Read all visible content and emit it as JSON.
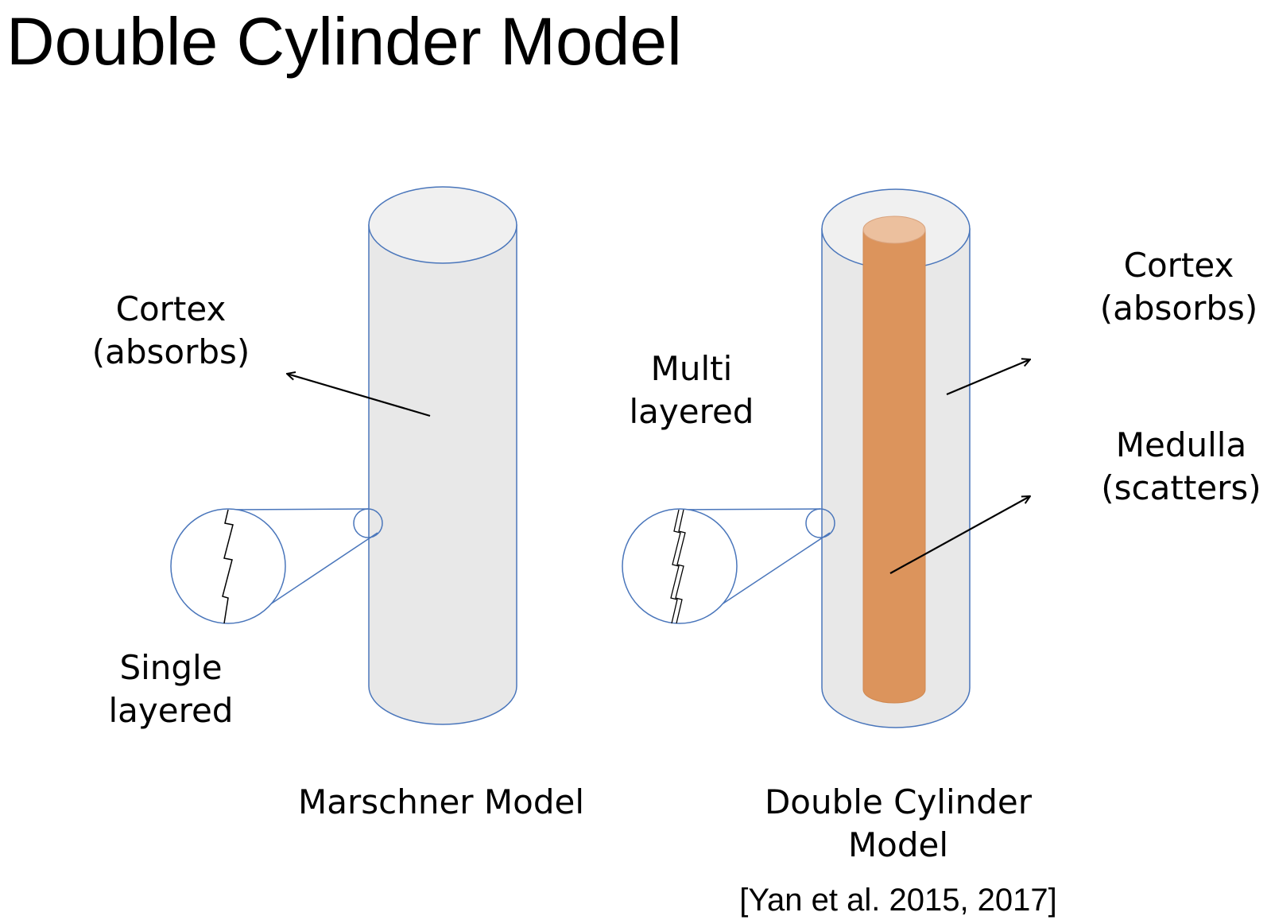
{
  "title": "Double Cylinder Model",
  "colors": {
    "cylinder_fill": "#e8e8e8",
    "cylinder_top": "#f0f0f0",
    "cylinder_stroke": "#4a76bb",
    "medulla_fill": "#dc945c",
    "medulla_top": "#ecc09e",
    "arrow": "#000000"
  },
  "left_model": {
    "cortex_label": [
      "Cortex",
      "(absorbs)"
    ],
    "layer_label": [
      "Single",
      "layered"
    ],
    "caption": "Marschner Model"
  },
  "right_model": {
    "cortex_label": [
      "Cortex",
      "(absorbs)"
    ],
    "medulla_label": [
      "Medulla",
      "(scatters)"
    ],
    "layer_label": [
      "Multi",
      "layered"
    ],
    "caption": [
      "Double Cylinder",
      "Model"
    ],
    "citation": "[Yan et al. 2015, 2017]"
  }
}
